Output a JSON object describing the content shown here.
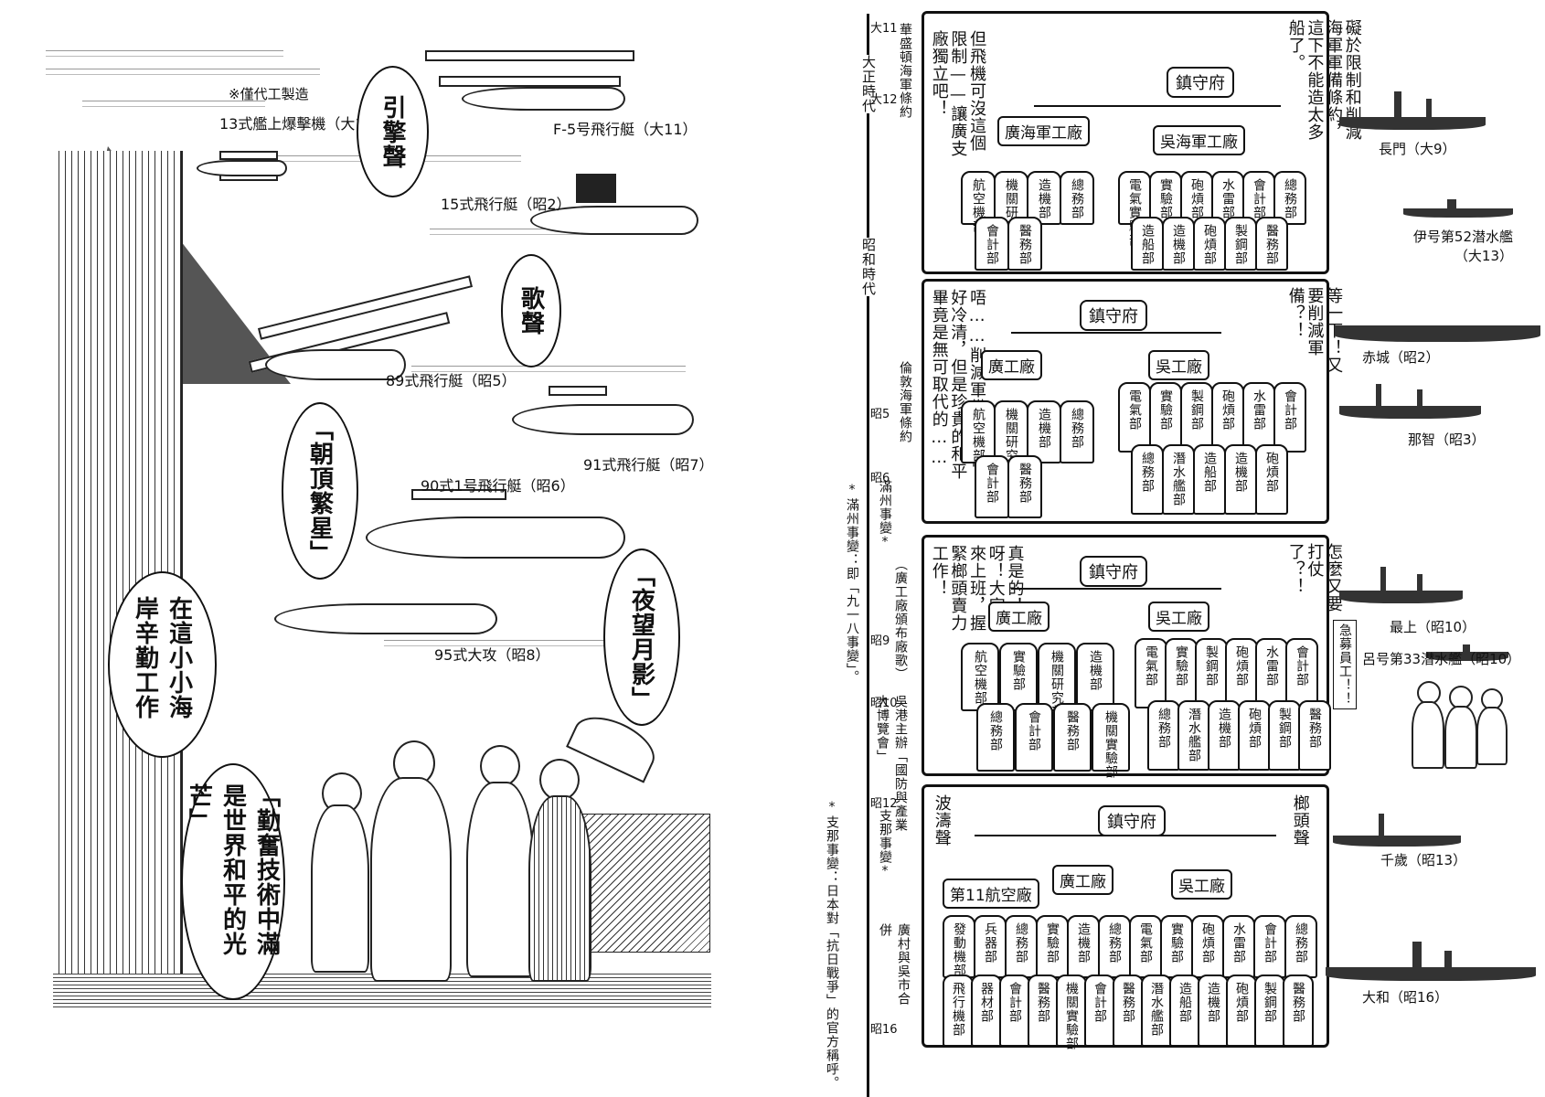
{
  "left_page": {
    "note_replica": "※僅代工製造",
    "bubbles": {
      "engine": "引擎聲",
      "song": "歌聲",
      "morning_stars": "「朝頂繁星」",
      "night_moon": "「夜望月影」",
      "coast": "在這小小海岸辛勤工作",
      "peace": "「勤奮技術中滿是世界和平的光芒」"
    },
    "planes": [
      "13式艦上爆擊機（大12）",
      "F-5号飛行艇（大11）",
      "15式飛行艇（昭2）",
      "89式飛行艇（昭5）",
      "91式飛行艇（昭7）",
      "90式1号飛行艇（昭6）",
      "95式大攻（昭8）"
    ]
  },
  "timeline": {
    "era_taisho": "大正時代",
    "era_showa": "昭和時代",
    "marks": [
      "大11",
      "大12",
      "昭5",
      "昭6",
      "昭9",
      "昭10",
      "昭12",
      "昭16"
    ],
    "events": {
      "washington": "華盛頓海軍條約",
      "london": "倫敦海軍條約",
      "manchuria": "滿州事變*",
      "factory_song": "（廣工廠頒布廠歌）",
      "expo": "吳港主辦「國防與產業大博覽會」",
      "china_incident": "支那事變*",
      "merger": "廣村與吳市合併"
    },
    "footnote_manchuria": "*滿州事變：即「九一八事變」。",
    "footnote_china": "*支那事變：日本對「抗日戰爭」的官方稱呼。"
  },
  "panels": [
    {
      "speech_right": "礙於限制和削減海軍軍備條約，這下不能造太多船了。",
      "speech_left": "但飛機可沒這個限制——讓廣支廠獨立吧！",
      "hq": "鎮守府",
      "left_factory": "廣海軍工廠",
      "right_factory": "吳海軍工廠",
      "left_depts": [
        "航空機部",
        "機關研究部",
        "造機部",
        "總務部",
        "會計部",
        "醫務部"
      ],
      "right_depts": [
        "電氣實驗部",
        "實驗部",
        "砲熕部",
        "水雷部",
        "會計部",
        "總務部",
        "造船部",
        "造機部",
        "砲熕部",
        "製鋼部",
        "醫務部"
      ]
    },
    {
      "speech_right": "等一下！又要削減軍備？！",
      "speech_left": "唔……削減軍備後變得好冷清，但是珍貴的和平畢竟是無可取代的……",
      "hq": "鎮守府",
      "left_factory": "廣工廠",
      "right_factory": "吳工廠",
      "left_depts": [
        "航空機部",
        "機關研究部",
        "造機部",
        "總務部",
        "會計部",
        "醫務部"
      ],
      "right_depts": [
        "電氣部",
        "實驗部",
        "製鋼部",
        "砲熕部",
        "水雷部",
        "會計部",
        "總務部",
        "潛水艦部",
        "造船部",
        "造機部",
        "砲熕部"
      ]
    },
    {
      "speech_right": "怎麼又要打仗了？！",
      "speech_left": "真是的！來呀！大家快來上班，握緊榔頭賣力工作！",
      "sign": "急募員工！！",
      "hq": "鎮守府",
      "left_factory": "廣工廠",
      "right_factory": "吳工廠",
      "left_depts": [
        "航空機部",
        "實驗部",
        "機關研究部",
        "造機部",
        "總務部",
        "會計部",
        "醫務部",
        "機關實驗部"
      ],
      "right_depts": [
        "電氣部",
        "實驗部",
        "製鋼部",
        "砲熕部",
        "水雷部",
        "會計部",
        "總務部",
        "潛水艦部",
        "造機部",
        "砲熕部",
        "製鋼部",
        "醫務部"
      ]
    },
    {
      "speech_left": "波濤聲",
      "speech_right": "榔頭聲",
      "hq": "鎮守府",
      "factories": [
        "第11航空廠",
        "廣工廠",
        "吳工廠"
      ],
      "depts_top": [
        "發動機部",
        "兵器部",
        "總務部",
        "實驗部",
        "造機部",
        "總務部",
        "電氣部",
        "實驗部",
        "砲熕部",
        "水雷部",
        "會計部",
        "總務部"
      ],
      "depts_bottom": [
        "飛行機部",
        "器材部",
        "會計部",
        "醫務部",
        "機關實驗部",
        "會計部",
        "醫務部",
        "潛水艦部",
        "造船部",
        "造機部",
        "砲熕部",
        "製鋼部",
        "醫務部"
      ]
    }
  ],
  "ships": [
    "長門（大9）",
    "伊号第52潜水艦（大13）",
    "赤城（昭2）",
    "那智（昭3）",
    "最上（昭10）",
    "呂号第33潜水艦（昭10）",
    "千歲（昭13）",
    "大和（昭16）"
  ]
}
